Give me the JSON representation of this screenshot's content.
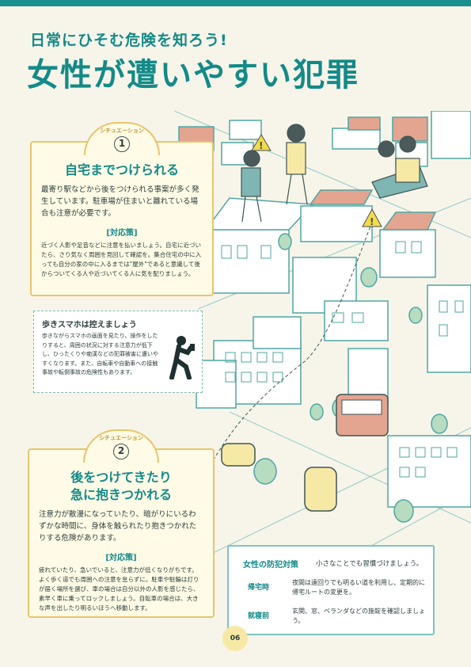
{
  "header": {
    "kicker": "日常にひそむ危険を知ろう!",
    "title": "女性が遭いやすい犯罪"
  },
  "situation1": {
    "tab_label": "シチュエーション",
    "number": "1",
    "title": "自宅までつけられる",
    "body": "最寄り駅などから後をつけられる事案が多く発生しています。駐車場が住まいと離れている場合も注意が必要です。",
    "countermeasure_label": "[対応策]",
    "countermeasure": "近づく人影や足音などに注意を払いましょう。自宅に近づいたら、さり気なく周囲を見回して確認を。集合住宅の中に入っても自分の家の中に入るまでは\"屋外\"であると意識して後からついてくる人や近づいてくる人に気を配りましょう。"
  },
  "phone_tip": {
    "title": "歩きスマホは控えましょう",
    "body": "歩きながらスマホの画面を見たり、操作をしたりすると、周囲の状況に対する注意力が低下し、ひったくりや痴漢などの犯罪被害に遭いやすくなります。また、自転車や自動車への接触事故や転倒事故の危険性もあります。",
    "icon": "walking-phone-icon"
  },
  "situation2": {
    "tab_label": "シチュエーション",
    "number": "2",
    "title_line1": "後をつけてきたり",
    "title_line2": "急に抱きつかれる",
    "body": "注意力が散漫になっていたり、暗がりにいるわずかな時間に、身体を触られたり抱きつかれたりする危険があります。",
    "countermeasure_label": "[対応策]",
    "countermeasure": "疲れていたり、急いでいると、注意力が低くなりがちです。よく歩く道でも周囲への注意を怠らずに。駐車や駐輪は灯りが届く場所を選び、車の場合は自分以外の人影を感じたら、素早く車に乗ってロックしましょう。自転車の場合は、大きな声を出したり明るいほうへ移動します。"
  },
  "prevention": {
    "title": "女性の防犯対策",
    "note": "小さなことでも習慣づけましょう。",
    "items": [
      {
        "label": "帰宅時",
        "text": "夜間は遠回りでも明るい道を利用し、定期的に帰宅ルートの変更を。"
      },
      {
        "label": "就寝前",
        "text": "玄関、窓、ベランダなどの施錠を確認しましょう。"
      }
    ]
  },
  "page_number": "06",
  "colors": {
    "accent": "#138a88",
    "line": "#4fa6a3",
    "box_border": "#e8c56a",
    "box_fill": "#fffbe6",
    "warning": "#f6d94a",
    "brick": "#e3a590"
  }
}
